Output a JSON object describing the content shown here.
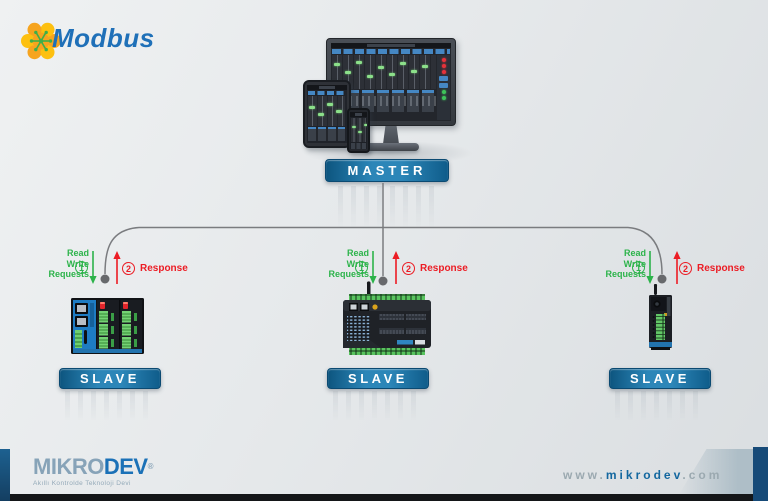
{
  "modbus_logo": {
    "wordmark": "Modbus"
  },
  "master": {
    "label": "MASTER"
  },
  "connections": {
    "request_lines": [
      "Read",
      "Write",
      "Requests"
    ],
    "request_step": "1",
    "response_step": "2",
    "response_label": "Response"
  },
  "slaves": [
    {
      "label": "SLAVE"
    },
    {
      "label": "SLAVE"
    },
    {
      "label": "SLAVE"
    }
  ],
  "footer": {
    "brand_part1": "MIKRO",
    "brand_part2": "DEV",
    "registered": "®",
    "tagline": "Akıllı Kontrolde Teknoloji Devi",
    "website": {
      "prefix": "www.",
      "domain": "mikrodev",
      "suffix": ".com"
    }
  },
  "colors": {
    "request_green": "#2cb34a",
    "response_red": "#ec1c24",
    "line_gray": "#7a7c7f",
    "label_blue_dark": "#0d557f",
    "label_blue_light": "#2c86b8",
    "modbus_blue": "#1f70b8",
    "modbus_orange": "#f6a41f",
    "modbus_green": "#3fae49",
    "footer_navy": "#164a78",
    "mikrodev_muted": "#87a3b8",
    "mikrodev_blue": "#1b71b7"
  }
}
